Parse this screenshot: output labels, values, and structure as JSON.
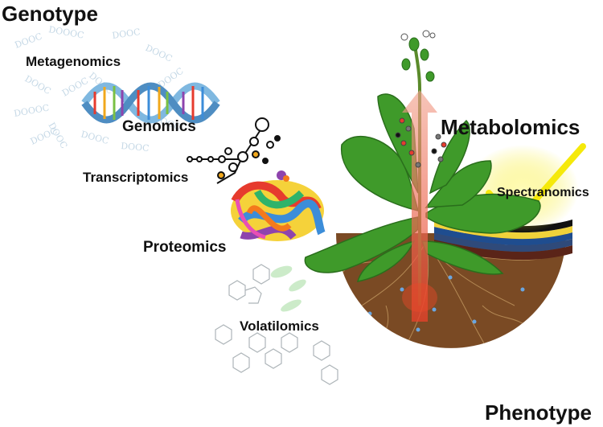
{
  "titles": {
    "genotype": "Genotype",
    "phenotype": "Phenotype"
  },
  "omics": {
    "metagenomics": "Metagenomics",
    "genomics": "Genomics",
    "transcriptomics": "Transcriptomics",
    "proteomics": "Proteomics",
    "volatilomics": "Volatilomics",
    "metabolomics": "Metabolomics",
    "spectranomics": "Spectranomics"
  },
  "colors": {
    "leaf": "#3f9a2a",
    "leaf_dark": "#2a6e1c",
    "soil": "#7a4a24",
    "soil_dark": "#5a3216",
    "dna_blue": "#7fb8e0",
    "arrow": "#e8685a",
    "spectral_yellow": "#f5e90a"
  }
}
